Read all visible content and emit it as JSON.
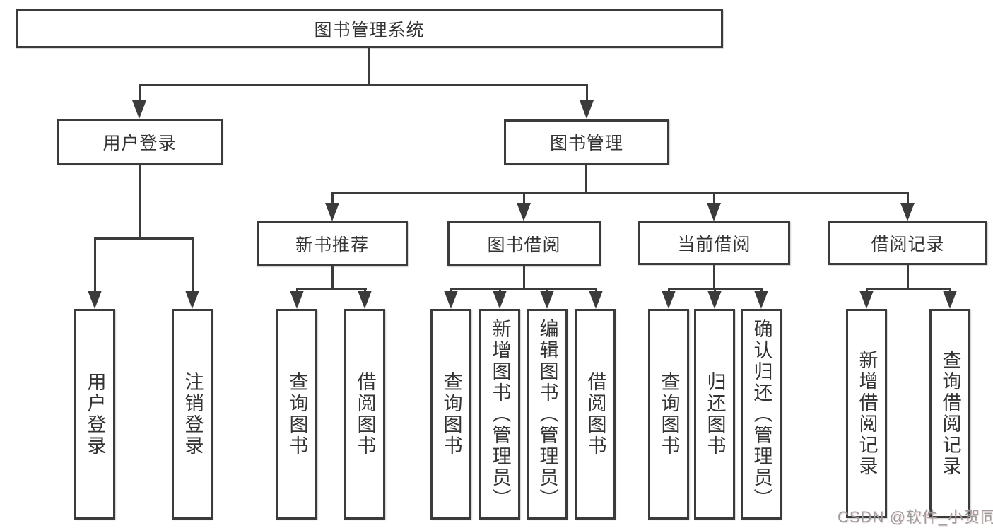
{
  "diagram": {
    "root": {
      "label": "图书管理系统"
    },
    "branches": [
      {
        "label": "用户登录",
        "children": [
          {
            "label": "用户登录"
          },
          {
            "label": "注销登录"
          }
        ]
      },
      {
        "label": "图书管理",
        "groups": [
          {
            "label": "新书推荐",
            "children": [
              {
                "label": "查询图书"
              },
              {
                "label": "借阅图书"
              }
            ]
          },
          {
            "label": "图书借阅",
            "children": [
              {
                "label": "查询图书"
              },
              {
                "label": "新增图书（管理员）"
              },
              {
                "label": "编辑图书（管理员）"
              },
              {
                "label": "借阅图书"
              }
            ]
          },
          {
            "label": "当前借阅",
            "children": [
              {
                "label": "查询图书"
              },
              {
                "label": "归还图书"
              },
              {
                "label": "确认归还（管理员）"
              }
            ]
          },
          {
            "label": "借阅记录",
            "children": [
              {
                "label": "新增借阅记录"
              },
              {
                "label": "查询借阅记录"
              }
            ]
          }
        ]
      }
    ]
  },
  "watermark": {
    "text": "CSDN @软件_小贺同学"
  },
  "colors": {
    "line": "#3b3b3b",
    "text": "#333333",
    "background": "#ffffff",
    "watermark": "#9c9c9c"
  }
}
